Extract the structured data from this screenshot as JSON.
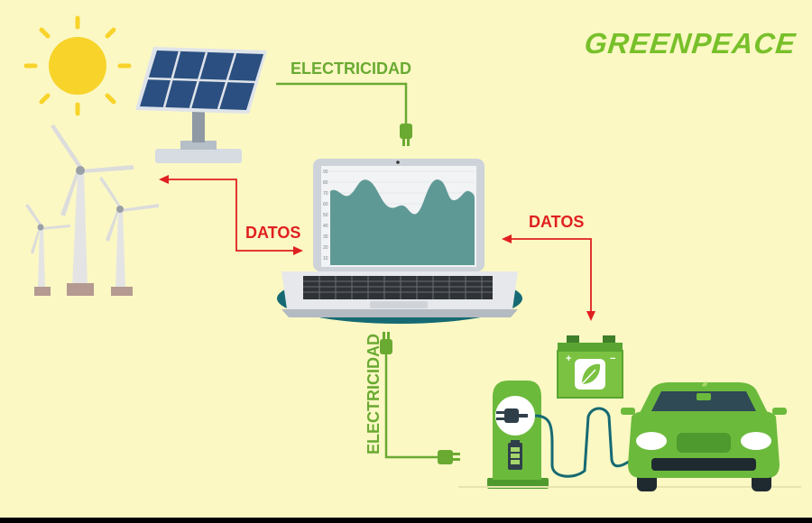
{
  "brand": {
    "name": "GREENPEACE"
  },
  "labels": {
    "electricity_top": "ELECTRICIDAD",
    "electricity_bottom": "ELECTRICIDAD",
    "data_left": "DATOS",
    "data_right": "DATOS"
  },
  "laptop_chart": {
    "ticks": [
      "90",
      "80",
      "70",
      "60",
      "50",
      "40",
      "30",
      "20",
      "10"
    ]
  },
  "colors": {
    "background": "#fbf8c4",
    "electricity_line": "#6aaa32",
    "data_arrow": "#e02020",
    "brand": "#78c02a",
    "chart_fill": "#5f9995",
    "car_body": "#6cba3c",
    "sun": "#f8d32a",
    "platform": "#166a73"
  }
}
